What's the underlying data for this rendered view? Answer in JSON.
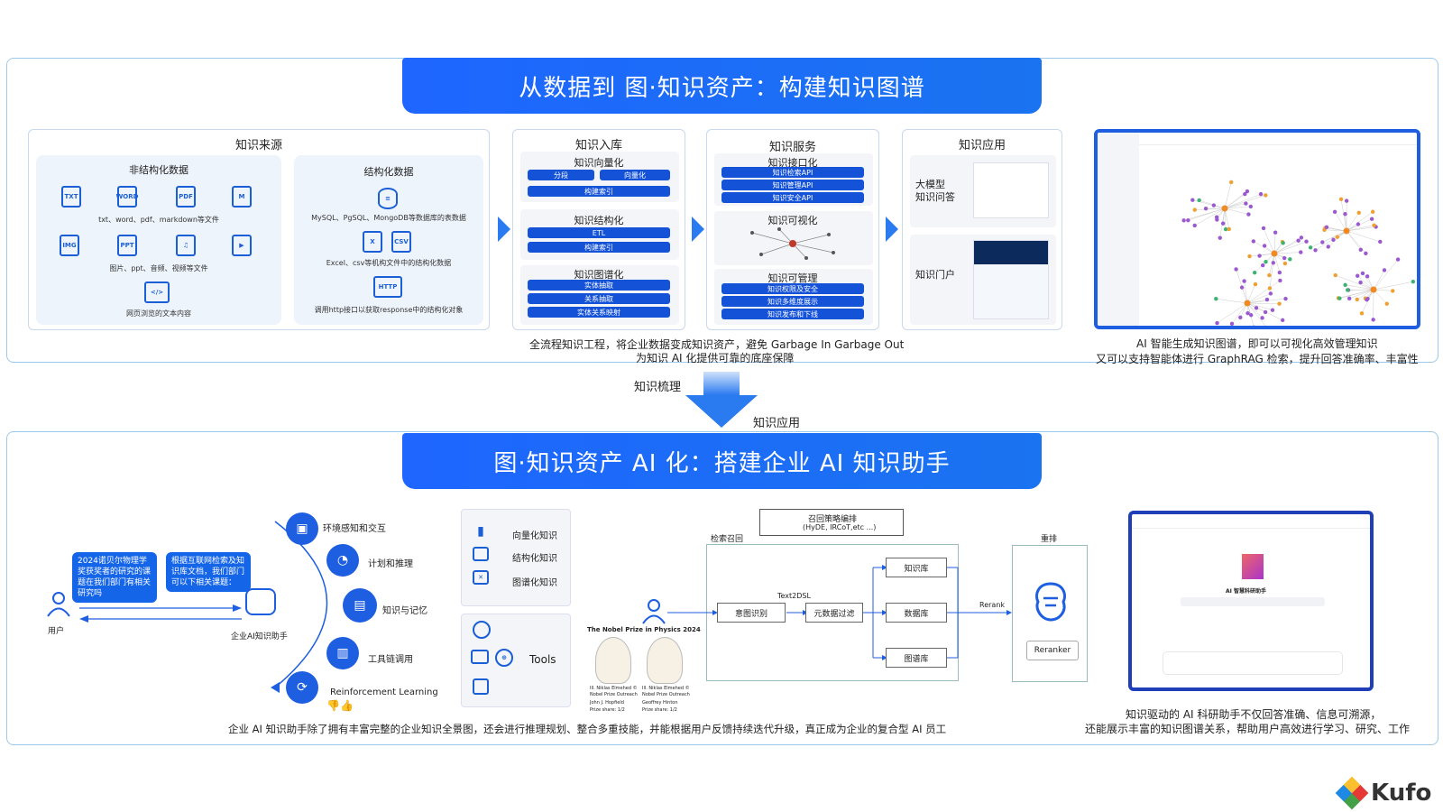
{
  "top": {
    "title": "从数据到 图·知识资产：构建知识图谱",
    "sources": {
      "title": "知识来源",
      "unstructured": {
        "title": "非结构化数据",
        "row1_icons": [
          "TXT",
          "WORD",
          "PDF",
          "M"
        ],
        "row1_caption": "txt、word、pdf、markdown等文件",
        "row2_icons": [
          "IMG",
          "PPT",
          "♫",
          "▶"
        ],
        "row2_caption": "图片、ppt、音频、视频等文件",
        "row3_icon": "</>",
        "row3_caption": "网页浏览的文本内容"
      },
      "structured": {
        "title": "结构化数据",
        "db_caption": "MySQL、PgSQL、MongoDB等数据库的表数据",
        "file_icons": [
          "X",
          "CSV"
        ],
        "file_caption": "Excel、csv等机构文件中的结构化数据",
        "http_icon": "HTTP",
        "http_caption": "调用http接口以获取response中的结构化对象"
      }
    },
    "ingest": {
      "title": "知识入库",
      "g1": {
        "title": "知识向量化",
        "pills": [
          "分段",
          "向量化",
          "构建索引"
        ]
      },
      "g2": {
        "title": "知识结构化",
        "pills": [
          "ETL",
          "构建索引"
        ]
      },
      "g3": {
        "title": "知识图谱化",
        "pills": [
          "实体抽取",
          "关系抽取",
          "实体关系映射"
        ]
      }
    },
    "service": {
      "title": "知识服务",
      "g1": {
        "title": "知识接口化",
        "pills": [
          "知识检索API",
          "知识管理API",
          "知识安全API"
        ]
      },
      "g2": {
        "title": "知识可视化"
      },
      "g3": {
        "title": "知识可管理",
        "pills": [
          "知识权限及安全",
          "知识多维度展示",
          "知识发布和下线"
        ]
      }
    },
    "app": {
      "title": "知识应用",
      "qa_l1": "大模型",
      "qa_l2": "知识问答",
      "portal": "知识门户"
    },
    "caption_mid_1": "全流程知识工程，将企业数据变成知识资产，避免 Garbage In Garbage Out",
    "caption_mid_2": "为知识 AI 化提供可靠的底座保障",
    "caption_right_1": "AI 智能生成知识图谱，即可以可视化高效管理知识",
    "caption_right_2": "又可以支持智能体进行 GraphRAG 检索，提升回答准确率、丰富性"
  },
  "transition": {
    "left": "知识梳理",
    "right": "知识应用"
  },
  "bottom": {
    "title": "图·知识资产 AI 化：搭建企业 AI 知识助手",
    "user": "用户",
    "assistant": "企业AI知识助手",
    "bubble1": "2024诺贝尔物理学奖获奖者的研究的课题在我们部门有相关研究吗",
    "bubble2": "根据互联网检索及知识库文档，我们部门可以下相关课题：",
    "caps": [
      "环境感知和交互",
      "计划和推理",
      "知识与记忆",
      "工具链调用",
      "Reinforcement Learning"
    ],
    "knowledge": [
      "向量化知识",
      "结构化知识",
      "图谱化知识"
    ],
    "tools": "Tools",
    "nobel": "The Nobel Prize in Physics 2024",
    "laureate1": [
      "Ill. Niklas Elmehed © Nobel Prize Outreach",
      "John J. Hopfield",
      "Prize share: 1/2"
    ],
    "laureate2": [
      "Ill. Niklas Elmehed © Nobel Prize Outreach",
      "Geoffrey Hinton",
      "Prize share: 1/2"
    ],
    "strategy": [
      "召回策略编排",
      "(HyDE, IRCoT,etc ...)"
    ],
    "retrieval": "检索召回",
    "intent": "意图识别",
    "text2dsl": "Text2DSL",
    "meta": "元数据过滤",
    "stores": [
      "知识库",
      "数据库",
      "图谱库"
    ],
    "rerank": "Rerank",
    "rerank_title": "重排",
    "reranker": "Reranker",
    "app_title": "AI 智慧科研助手",
    "caption_left": "企业 AI 知识助手除了拥有丰富完整的企业知识全景图，还会进行推理规划、整合多重技能，并能根据用户反馈持续迭代升级，真正成为企业的复合型 AI 员工",
    "caption_right_1": "知识驱动的 AI 科研助手不仅回答准确、信息可溯源，",
    "caption_right_2": "还能展示丰富的知识图谱关系，帮助用户高效进行学习、研究、工作"
  },
  "logo": "Kufo"
}
